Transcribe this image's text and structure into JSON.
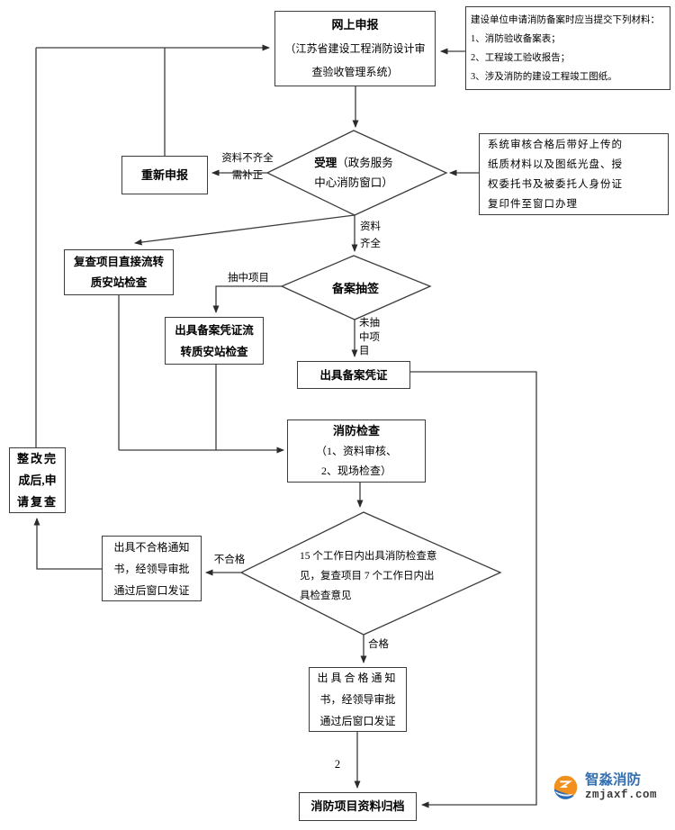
{
  "colors": {
    "background": "#ffffff",
    "line": "#3c3c3c",
    "text": "#000000",
    "brand_blue": "#336fb0",
    "brand_orange": "#f2901d",
    "brand_dark": "#3a3a3a"
  },
  "nodes": {
    "online": {
      "title": "网上申报",
      "line1": "（江苏省建设工程消防设计审",
      "line2": "查验收管理系统）"
    },
    "materials": {
      "line1": "建设单位申请消防备案时应当提交下列材料：",
      "line2": "1、消防验收备案表；",
      "line3": "2、工程竣工验收报告；",
      "line4": "3、涉及消防的建设工程竣工图纸。"
    },
    "redeclare": {
      "title": "重新申报"
    },
    "system_note": {
      "line1": "系统审核合格后带好上传的",
      "line2": "纸质材料以及图纸光盘、授",
      "line3": "权委托书及被委托人身份证",
      "line4": "复印件至窗口办理"
    },
    "accept": {
      "title": "受理",
      "line1_rest": "（政务服务",
      "line2": "中心消防窗口）"
    },
    "recheck_direct": {
      "line1": "复查项目直接流转",
      "line2": "质安站检查"
    },
    "lottery": {
      "title": "备案抽签"
    },
    "voucher_flow": {
      "line1": "出具备案凭证流",
      "line2": "转质安站检查"
    },
    "voucher": {
      "title": "出具备案凭证"
    },
    "fire_check": {
      "title": "消防检查",
      "line1": "（1、资料审核、",
      "line2": "2、现场检查）"
    },
    "rectify": {
      "line1": "整改完",
      "line2": "成后,申",
      "line3": "请复查"
    },
    "fail_notice": {
      "line1": "出具不合格通知",
      "line2": "书，经领导审批",
      "line3": "通过后窗口发证"
    },
    "opinion": {
      "line1": "15 个工作日内出具消防检查意",
      "line2": "见，复查项目 7 个工作日内出",
      "line3": "具检查意见"
    },
    "pass_notice": {
      "line1": "出具合格通知",
      "line2": "书，经领导审批",
      "line3": "通过后窗口发证"
    },
    "archive": {
      "title": "消防项目资料归档"
    }
  },
  "labels": {
    "incomplete_line1": "资料不齐全",
    "incomplete_line2": "需补正",
    "complete_line1": "资料",
    "complete_line2": "齐全",
    "drawn": "抽中项目",
    "not_drawn_line1": "未抽",
    "not_drawn_line2": "中项",
    "not_drawn_line3": "目",
    "fail": "不合格",
    "pass": "合格",
    "page_number": "2"
  },
  "branding": {
    "name": "智淼消防",
    "domain": "zmjaxf.com"
  }
}
